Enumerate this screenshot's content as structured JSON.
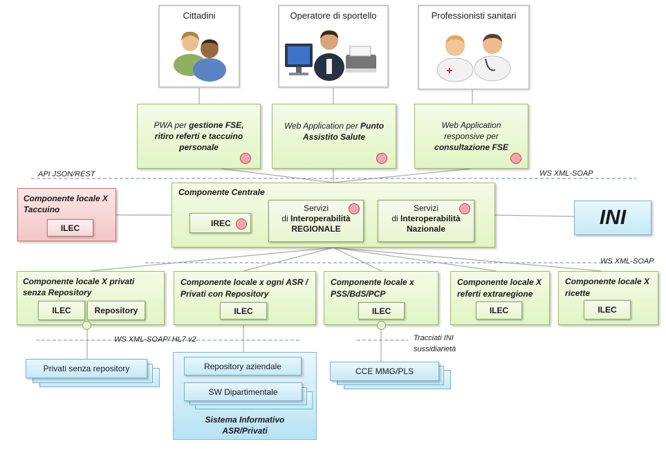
{
  "actors": {
    "cittadini": "Cittadini",
    "operatore": "Operatore di sportello",
    "professionisti": "Professionisti sanitari"
  },
  "apps": {
    "pwa": {
      "pre": "PWA per ",
      "b1": "gestione FSE,",
      "b2": "ritiro referti  e taccuino",
      "b3": "personale"
    },
    "webapp1": {
      "pre": "Web Application per ",
      "b1": "Punto",
      "b2": "Assistito Salute"
    },
    "webapp2": {
      "l1": "Web Application",
      "l2": "responsive per",
      "b1": "consultazione FSE"
    }
  },
  "labels": {
    "api": "API JSON/REST",
    "ws1": "WS XML-SOAP",
    "ws2": "WS XML-SOAP",
    "ws_hl7": "WS XML-SOAP/ HL7 v2",
    "tracciati1": "Tracciati INI",
    "tracciati2": "sussidiarietà"
  },
  "central": {
    "title": "Componente Centrale",
    "irec": "IREC",
    "reg": {
      "l1": "Servizi",
      "pre": "di ",
      "b1": "Interoperabilità",
      "b2": "REGIONALE"
    },
    "naz": {
      "l1": "Servizi",
      "pre": "di ",
      "b1": "Interoperabilità",
      "b2": "Nazionale"
    }
  },
  "taccuino": {
    "title1": "Componente locale X",
    "title2": "Taccuino",
    "ilec": "ILEC"
  },
  "ini": "INI",
  "locals": {
    "privati": {
      "title1": "Componente locale X privati",
      "title2": "senza Repository",
      "ilec": "ILEC",
      "repo": "Repository"
    },
    "asr": {
      "title1": "Componente locale x ogni ASR /",
      "title2": "Privati con Repository",
      "ilec": "ILEC"
    },
    "pss": {
      "title1": "Componente locale x",
      "title2": "PSS/BdS/PCP",
      "ilec": "ILEC"
    },
    "referti": {
      "title1": "Componente locale X",
      "title2": "referti extraregione",
      "ilec": "ILEC"
    },
    "ricette": {
      "title1": "Componente locale X",
      "title2": "ricette",
      "ilec": "ILEC"
    }
  },
  "bottom": {
    "privati_repo": "Privati senza repository",
    "repo_aziendale": "Repository aziendale",
    "sw_dip": "SW Dipartimentale",
    "sistema1": "Sistema Informativo",
    "sistema2": "ASR/Privati",
    "cce": "CCE MMG/PLS"
  },
  "colors": {
    "green_border": "#9bc15a",
    "red_border": "#d86a6a",
    "blue_border": "#6fb6d3",
    "dot": "#f4a6aa",
    "dash": "#6a8ab4"
  }
}
